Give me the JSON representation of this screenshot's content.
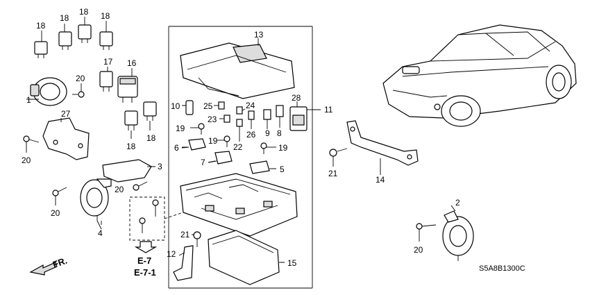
{
  "callouts": [
    {
      "id": "c1",
      "label": "1"
    },
    {
      "id": "c2",
      "label": "2"
    },
    {
      "id": "c3",
      "label": "3"
    },
    {
      "id": "c4",
      "label": "4"
    },
    {
      "id": "c5",
      "label": "5"
    },
    {
      "id": "c6",
      "label": "6"
    },
    {
      "id": "c7",
      "label": "7"
    },
    {
      "id": "c8",
      "label": "8"
    },
    {
      "id": "c9",
      "label": "9"
    },
    {
      "id": "c10",
      "label": "10"
    },
    {
      "id": "c11",
      "label": "11"
    },
    {
      "id": "c12",
      "label": "12"
    },
    {
      "id": "c13",
      "label": "13"
    },
    {
      "id": "c14",
      "label": "14"
    },
    {
      "id": "c15",
      "label": "15"
    },
    {
      "id": "c16",
      "label": "16"
    },
    {
      "id": "c17",
      "label": "17"
    },
    {
      "id": "c18a",
      "label": "18"
    },
    {
      "id": "c18b",
      "label": "18"
    },
    {
      "id": "c18c",
      "label": "18"
    },
    {
      "id": "c18d",
      "label": "18"
    },
    {
      "id": "c18e",
      "label": "18"
    },
    {
      "id": "c18f",
      "label": "18"
    },
    {
      "id": "c19a",
      "label": "19"
    },
    {
      "id": "c19b",
      "label": "19"
    },
    {
      "id": "c19c",
      "label": "19"
    },
    {
      "id": "c20a",
      "label": "20"
    },
    {
      "id": "c20b",
      "label": "20"
    },
    {
      "id": "c20c",
      "label": "20"
    },
    {
      "id": "c20d",
      "label": "20"
    },
    {
      "id": "c20e",
      "label": "20"
    },
    {
      "id": "c21a",
      "label": "21"
    },
    {
      "id": "c21b",
      "label": "21"
    },
    {
      "id": "c22",
      "label": "22"
    },
    {
      "id": "c23",
      "label": "23"
    },
    {
      "id": "c24",
      "label": "24"
    },
    {
      "id": "c25",
      "label": "25"
    },
    {
      "id": "c26",
      "label": "26"
    },
    {
      "id": "c27",
      "label": "27"
    },
    {
      "id": "c28",
      "label": "28"
    }
  ],
  "references": {
    "ref1": "E-7",
    "ref2": "E-7-1"
  },
  "front_label": "FR.",
  "diagram_code": "S5A8B1300C"
}
